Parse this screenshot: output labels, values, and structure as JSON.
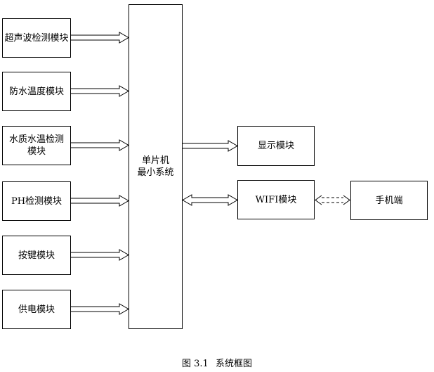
{
  "modules": {
    "ultrasonic": "超声波检测模块",
    "temperature": "防水温度模块",
    "water_quality": "水质水温检测模块",
    "ph": "PH检测模块",
    "keys": "按键模块",
    "power": "供电模块"
  },
  "mcu": {
    "line1": "单片机",
    "line2": "最小系统"
  },
  "outputs": {
    "display": "显示模块",
    "wifi": "WIFI模块",
    "phone": "手机端"
  },
  "caption": {
    "number": "图 3.1",
    "title": "系统框图"
  }
}
